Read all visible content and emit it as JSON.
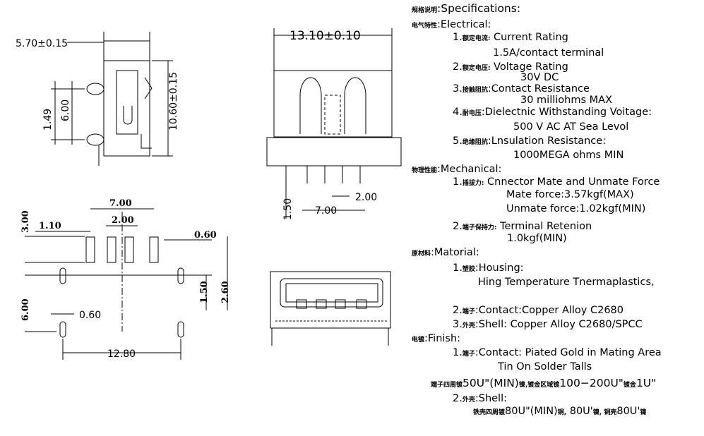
{
  "side_view": {
    "width": "5.70±0.15",
    "height": "10.60±0.15",
    "pitch_a": "1.49",
    "pitch_b": "6.00"
  },
  "front_view": {
    "width": "13.10±0.10",
    "pin_len": "1.50",
    "pin_span": "7.00",
    "pin_pitch": "2.00"
  },
  "footprint": {
    "span": "7.00",
    "pitch": "2.00",
    "pad_w": "1.10",
    "pad_h": "3.00",
    "slot_w": "0.60",
    "dist_a": "6.00",
    "dist_b": "1.50",
    "dist_c": "2.60",
    "hole_w": "0.60",
    "total": "12.80"
  },
  "specs": {
    "title_cn": "规格说明",
    "title": ":Specifications:",
    "electrical_cn": "电气特性",
    "electrical": ":Electrical:",
    "e1_num": "1.",
    "e1_cn": "额定电流:",
    "e1": " Current  Rating",
    "e1_val": "1.5A/contact  terminal",
    "e2_num": "2.",
    "e2_cn": "额定电压:",
    "e2": " Voltage  Rating",
    "e2_val": "30V  DC",
    "e3_num": "3.",
    "e3_cn": "接触阻抗",
    "e3": ":Contact  Resistance",
    "e3_val": "30  milliohms  MAX",
    "e4_num": "4.",
    "e4_cn": "耐电压",
    "e4": ":Dielectnic  Withstanding  Voitage:",
    "e4_val": "500  V  AC  AT  Sea  Levol",
    "e5_num": "5.",
    "e5_cn": "绝缘阻抗",
    "e5": ":Lnsulation  Resistance:",
    "e5_val": "1000MEGA  ohms  MIN",
    "mechanical_cn": "物理性能",
    "mechanical": ":Mechanical:",
    "m1_num": "1.",
    "m1_cn": "插拔力:",
    "m1": " Cnnector  Mate  and  Unmate  Force",
    "m1_val1": "Mate  force:3.57kgf(MAX)",
    "m1_val2": "Unmate  force:1.02kgf(MIN)",
    "m2_num": "2.",
    "m2_cn": "端子保持力:",
    "m2": " Terminal  Retenion",
    "m2_val": "1.0kgf(MIN)",
    "material_cn": "原材料",
    "material": ":Matorial:",
    "t1_num": "1.",
    "t1_cn": "塑胶",
    "t1": ":Housing:",
    "t1_val": "Hing  Temperature   Tnermaplastics,",
    "t2_num": "2.",
    "t2_cn": "端子",
    "t2": ":Contact:Copper  Alloy  C2680",
    "t3_num": "3.",
    "t3_cn": "外壳",
    "t3": ":Shell:  Copper  Alloy  C2680/SPCC",
    "finish_cn": "电镀",
    "finish": ":Finish:",
    "f1_num": "1.",
    "f1_cn": "端子",
    "f1": ":Contact:  Piated  Gold  in  Mating  Area",
    "f1_val": "Tin  On  Solder  Talls",
    "f1_note_cn1": "端子四周镀",
    "f1_note1": "50U\"(MIN)",
    "f1_note_cn2": "镍,镀金区域镀",
    "f1_note2": "100−200U\"",
    "f1_note_cn3": "镀金",
    "f1_note3": "1U\"",
    "f2_num": "2.",
    "f2_cn": "外壳",
    "f2": ":Shell:",
    "f2_note_cn1": "铁壳四周镀",
    "f2_note1": "80U\"(MIN)",
    "f2_note_cn2": "铜,",
    "f2_note2": " 80U'",
    "f2_note_cn3": "镍,",
    "f2_note_cn4": " 铜壳",
    "f2_note3": "80U'",
    "f2_note_cn5": "镍"
  }
}
